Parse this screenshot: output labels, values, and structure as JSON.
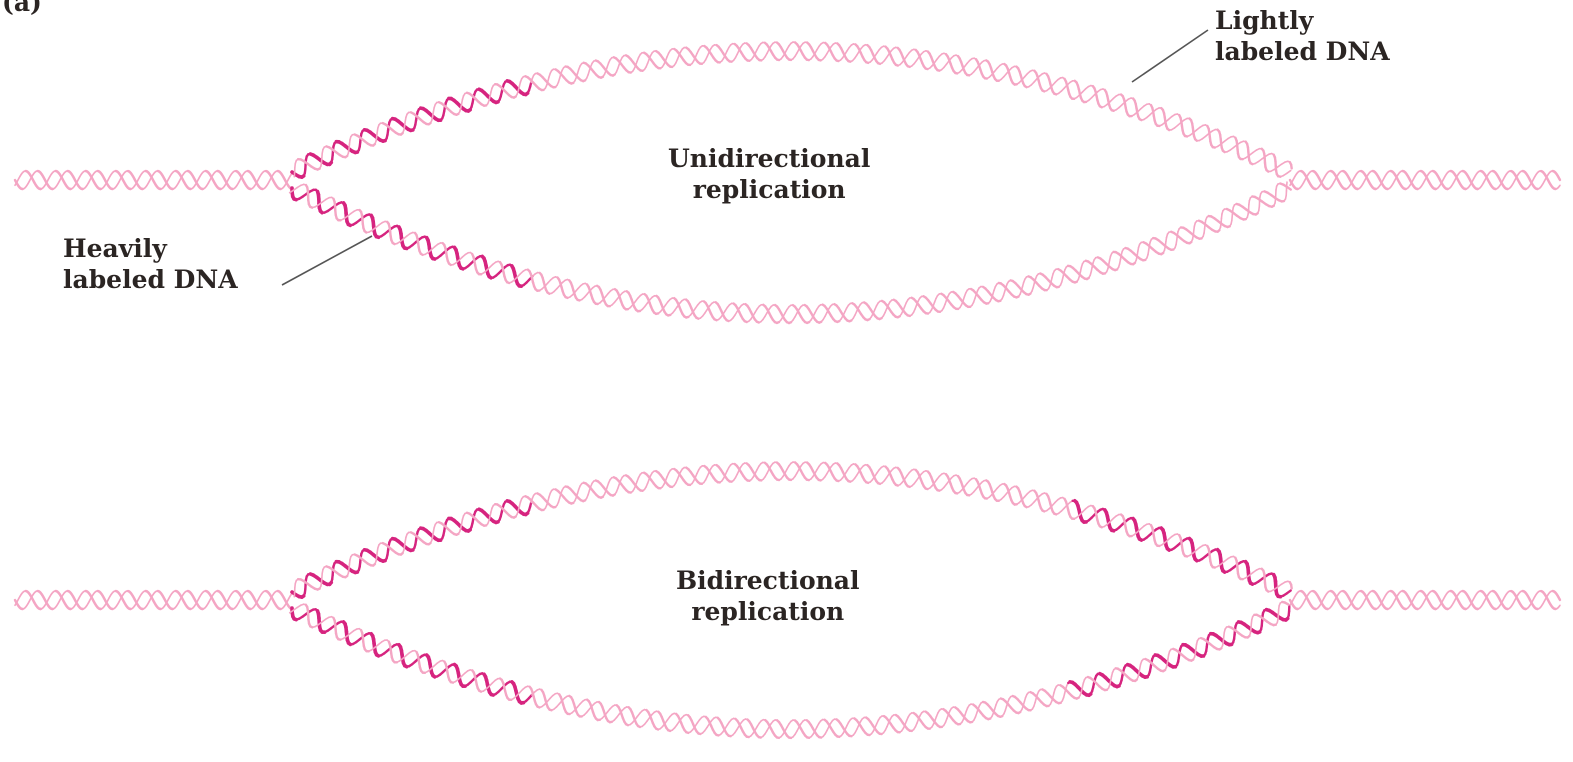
{
  "panel_label": "(a)",
  "unidirectional": {
    "label_line1": "Unidirectional",
    "label_line2": "replication"
  },
  "bidirectional": {
    "label_line1": "Bidirectional",
    "label_line2": "replication"
  },
  "annotations": {
    "heavy_line1": "Heavily",
    "heavy_line2": "labeled DNA",
    "light_line1": "Lightly",
    "light_line2": "labeled DNA"
  },
  "colors": {
    "light_strand": "#f4a6c4",
    "heavy_strand": "#d6247f",
    "text": "#2b2523",
    "leader": "#555555"
  }
}
